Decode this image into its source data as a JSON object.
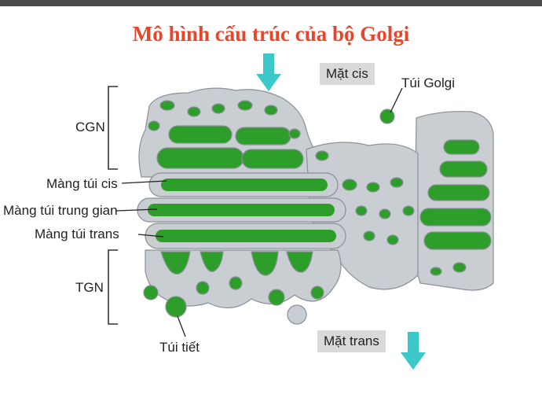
{
  "title": "Mô hình cấu trúc của bộ Golgi",
  "labels": {
    "cis_face": "Mặt cis",
    "trans_face": "Mặt trans",
    "golgi_vesicle": "Túi Golgi",
    "cgn": "CGN",
    "tgn": "TGN",
    "cis_membrane": "Màng túi cis",
    "medial_membrane": "Màng túi trung gian",
    "trans_membrane": "Màng túi trans",
    "secretory_vesicle": "Túi tiết"
  },
  "colors": {
    "title": "#e8452a",
    "arrow": "#3cc7c9",
    "membrane": "#c9ced3",
    "lumen": "#2e9e2a",
    "face_box": "#d9d9d9"
  }
}
